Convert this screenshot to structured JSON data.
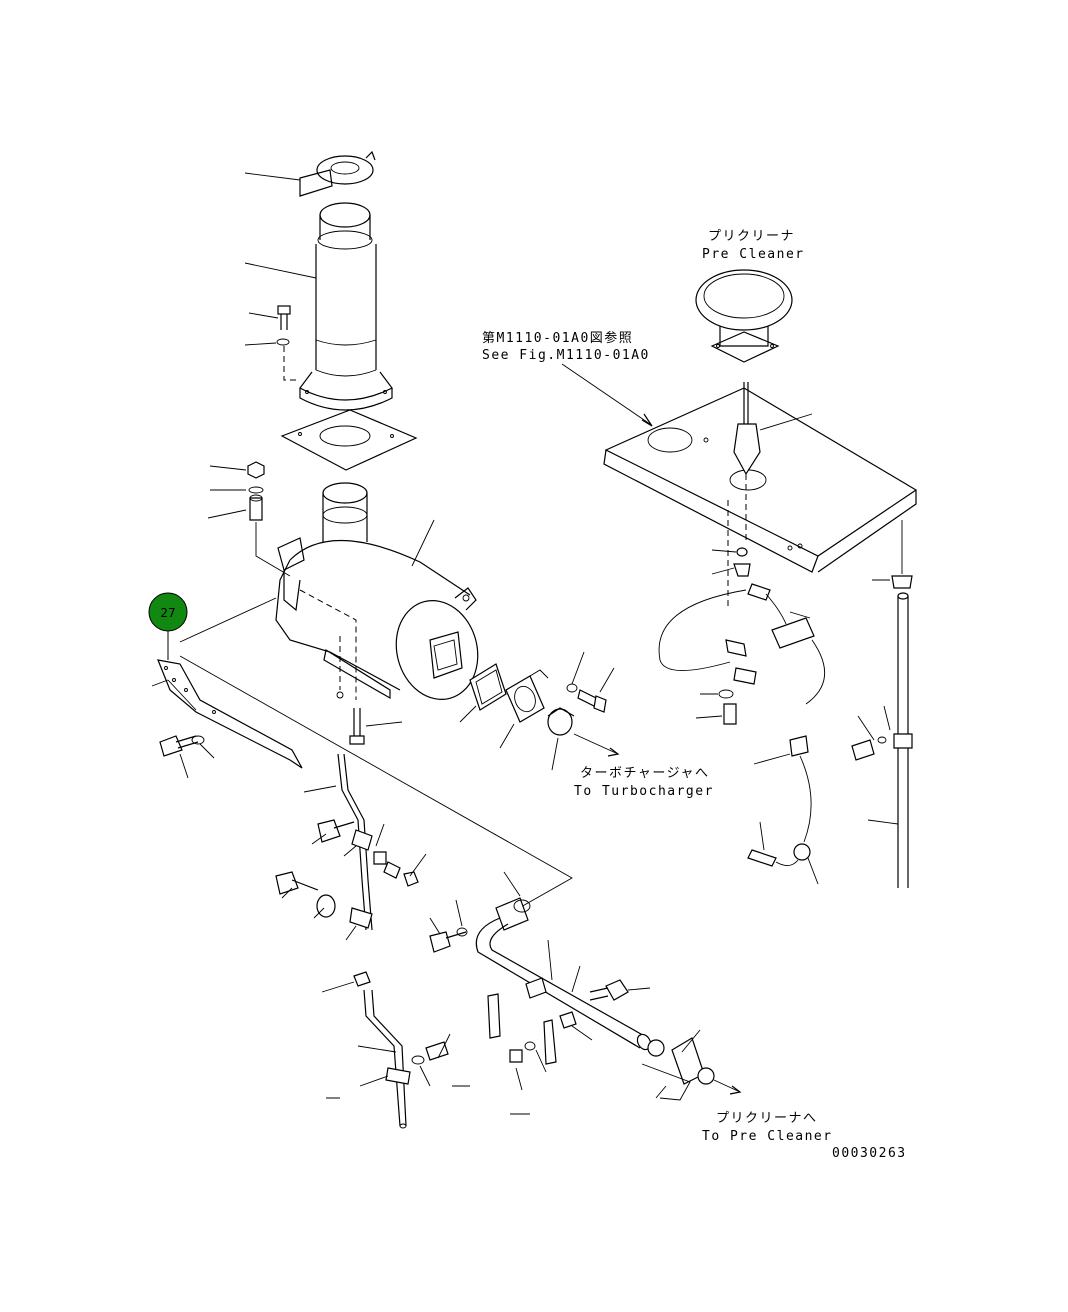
{
  "callout": {
    "number": "27",
    "color": "#118811",
    "text_color": "#ffffff"
  },
  "labels": {
    "pre_cleaner_jp": "プリクリーナ",
    "pre_cleaner_en": "Pre Cleaner",
    "see_fig_jp": "第M1110-01A0図参照",
    "see_fig_en": "See Fig.M1110-01A0",
    "turbo_jp": "ターボチャージャへ",
    "turbo_en": "To Turbocharger",
    "to_pre_cleaner_jp": "プリクリーナへ",
    "to_pre_cleaner_en": "To Pre Cleaner",
    "drawing_number": "00030263"
  }
}
